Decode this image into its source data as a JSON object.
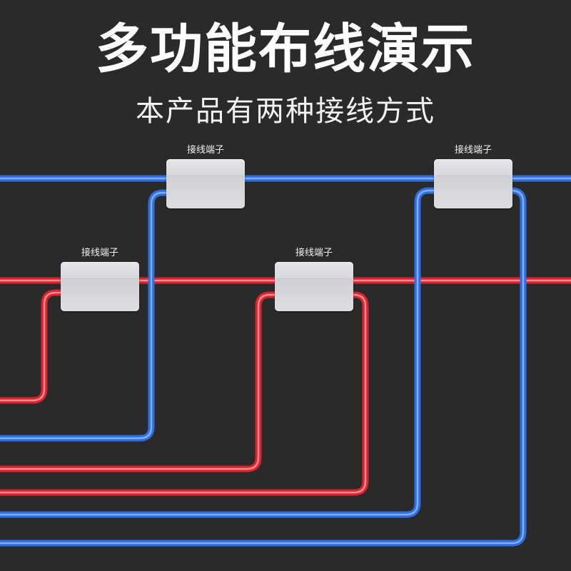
{
  "header": {
    "title": "多功能布线演示",
    "subtitle": "本产品有两种接线方式"
  },
  "colors": {
    "background": "#2a2a2a",
    "blue_wire": "#2f6fe0",
    "blue_highlight": "#8db8ff",
    "red_wire": "#dc2430",
    "red_highlight": "#ff9ca2",
    "terminal_body": "#dcdee2"
  },
  "terminals": [
    {
      "label": "接线端子",
      "wire": "blue"
    },
    {
      "label": "接线端子",
      "wire": "blue"
    },
    {
      "label": "接线端子",
      "wire": "red"
    },
    {
      "label": "接线端子",
      "wire": "red"
    }
  ]
}
